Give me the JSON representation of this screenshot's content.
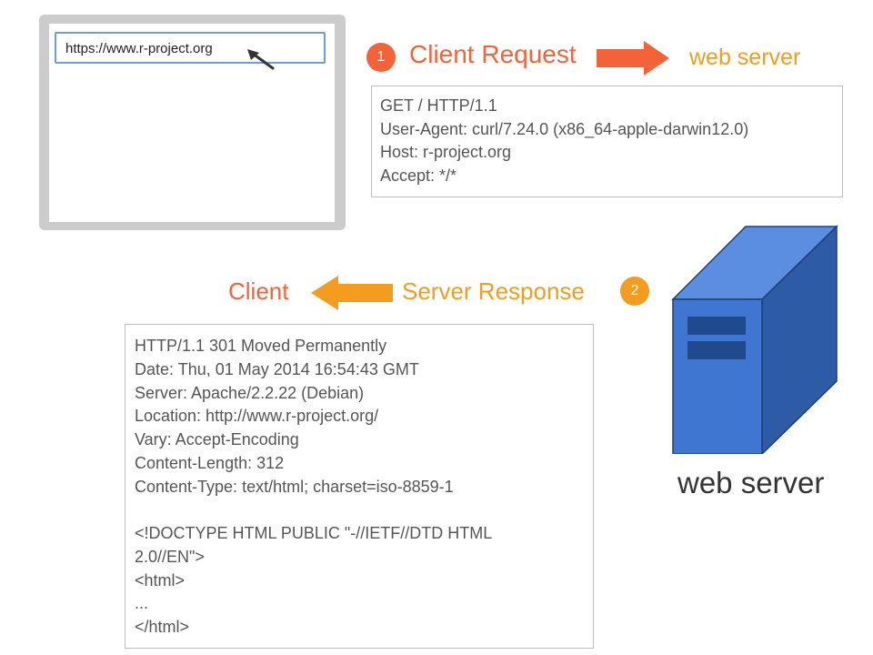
{
  "browser": {
    "url": "https://www.r-project.org"
  },
  "request": {
    "step_number": "1",
    "label": "Client Request",
    "target": "web server",
    "lines": [
      "GET / HTTP/1.1",
      "User-Agent: curl/7.24.0 (x86_64-apple-darwin12.0)",
      "Host: r-project.org",
      "Accept: */*"
    ]
  },
  "response": {
    "step_number": "2",
    "label": "Server Response",
    "target": "Client",
    "lines": [
      "HTTP/1.1 301 Moved Permanently",
      "Date: Thu, 01 May 2014 16:54:43 GMT",
      "Server: Apache/2.2.22 (Debian)",
      "Location: http://www.r-project.org/",
      "Vary: Accept-Encoding",
      "Content-Length: 312",
      "Content-Type: text/html; charset=iso-8859-1",
      "",
      "<!DOCTYPE HTML PUBLIC \"-//IETF//DTD HTML",
      "2.0//EN\">",
      "<html>",
      "...",
      "</html>"
    ]
  },
  "server": {
    "caption": "web server"
  },
  "colors": {
    "request_accent": "#f4623a",
    "response_accent": "#f39c1f",
    "server_front": "#3f76d1",
    "server_side": "#2d5ba6",
    "server_top": "#5b8ee0",
    "browser_frame": "#cccccc",
    "url_border": "#6d9ecf"
  },
  "icons": {
    "cursor": "mouse-pointer-icon",
    "server": "server-tower-icon",
    "request_arrow": "arrow-right-icon",
    "response_arrow": "arrow-left-icon"
  }
}
